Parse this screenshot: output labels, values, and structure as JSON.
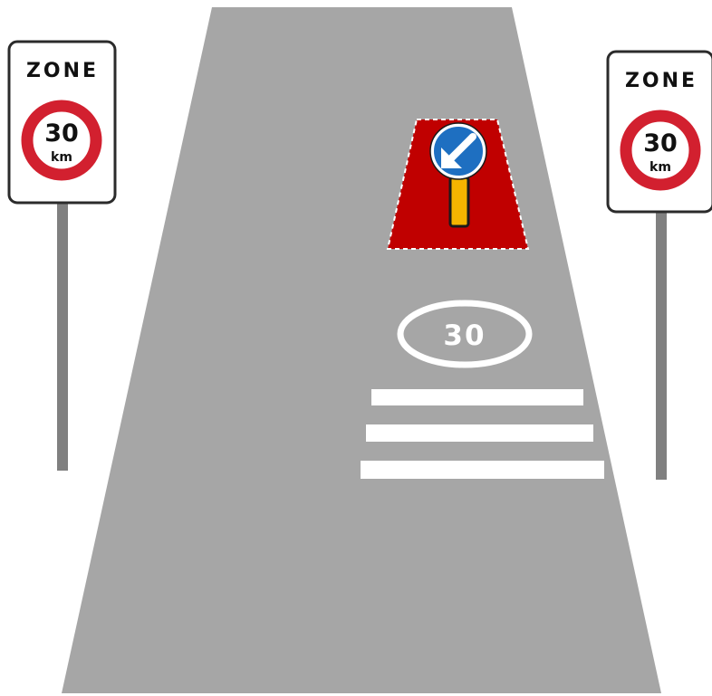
{
  "colors": {
    "road": "#a6a6a6",
    "pole": "#808080",
    "sign_border": "#2b2b2b",
    "sign_red": "#d2202f",
    "marking": "#ffffff",
    "island_red": "#c00000",
    "keep_left_blue": "#1e6fc1",
    "bollard_yellow": "#f5b400"
  },
  "left_sign": {
    "label": "ZONE",
    "speed": "30",
    "unit": "km"
  },
  "right_sign": {
    "label": "ZONE",
    "speed": "30",
    "unit": "km"
  },
  "road_marking": {
    "speed": "30"
  },
  "traffic_island": {
    "sign_icon": "arrow-down-left-icon"
  },
  "crossing": {
    "stripes": 3
  }
}
